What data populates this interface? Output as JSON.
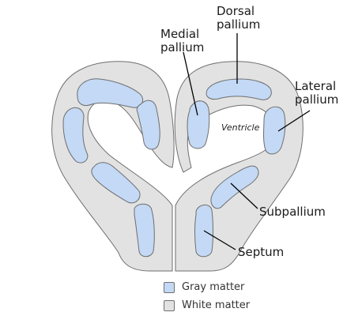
{
  "labels": {
    "dorsal_pallium": "Dorsal\npallium",
    "medial_pallium": "Medial\npallium",
    "lateral_pallium": "Lateral\npallium",
    "ventricle": "Ventricle",
    "subpallium": "Subpallium",
    "septum": "Septum"
  },
  "legend": {
    "gray_matter": "Gray matter",
    "white_matter": "White matter"
  },
  "colors": {
    "white_matter_fill": "#e2e2e2",
    "gray_matter_fill": "#c3d9f5",
    "outline": "#6e6e6e",
    "leader_line": "#000000"
  }
}
